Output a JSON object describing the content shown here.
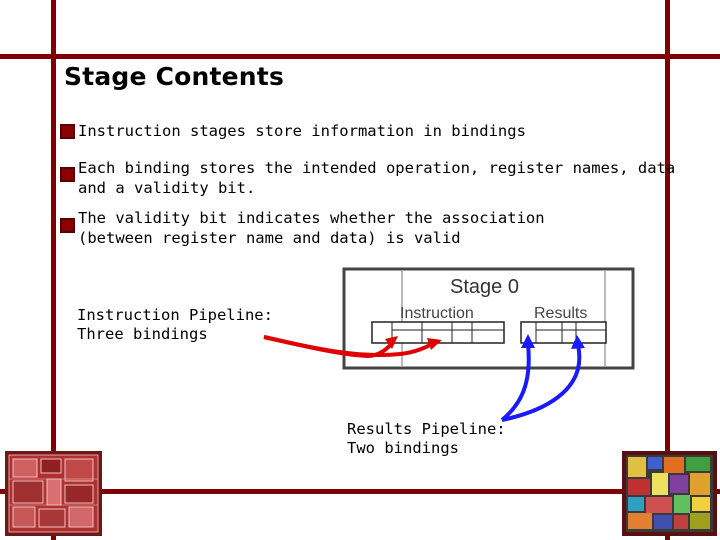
{
  "slide": {
    "title": "Stage Contents",
    "bullets": [
      {
        "line1": "Instruction stages store information in bindings",
        "line2": ""
      },
      {
        "line1": "Each binding stores the intended operation, register names, data",
        "line2": "and a validity bit."
      },
      {
        "line1": "The validity bit indicates whether the association",
        "line2": "(between register name and data) is valid"
      }
    ]
  },
  "diagram": {
    "stage_label": "Stage 0",
    "instruction_label": "Instruction",
    "results_label": "Results"
  },
  "captions": {
    "instruction_pipeline": {
      "line1": "Instruction Pipeline:",
      "line2": "Three bindings"
    },
    "results_pipeline": {
      "line1": "Results Pipeline:",
      "line2": "Two bindings"
    }
  },
  "colors": {
    "frame": "#800000",
    "bullet": "#8b0000",
    "red_arrow": "#e00000",
    "blue_arrow": "#1a1aff"
  }
}
